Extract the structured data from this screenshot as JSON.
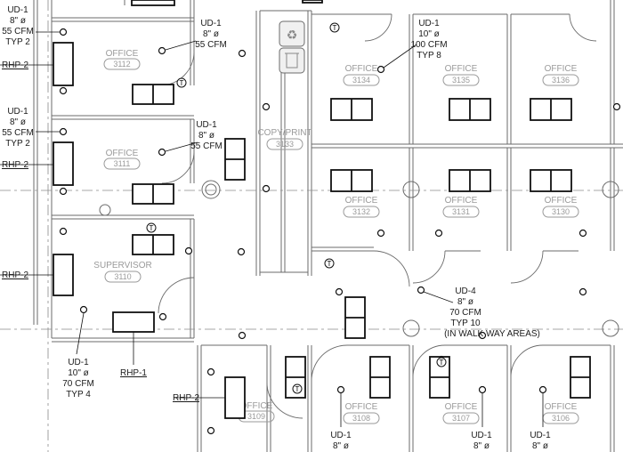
{
  "rooms": [
    {
      "id": "r3112",
      "name": "OFFICE",
      "number": "3112"
    },
    {
      "id": "r3111",
      "name": "OFFICE",
      "number": "3111"
    },
    {
      "id": "r3110",
      "name": "SUPERVISOR",
      "number": "3110"
    },
    {
      "id": "r3109",
      "name": "OFFICE",
      "number": "3109"
    },
    {
      "id": "r3133",
      "name": "COPY/PRINT",
      "number": "3133"
    },
    {
      "id": "r3134",
      "name": "OFFICE",
      "number": "3134"
    },
    {
      "id": "r3135",
      "name": "OFFICE",
      "number": "3135"
    },
    {
      "id": "r3136",
      "name": "OFFICE",
      "number": "3136"
    },
    {
      "id": "r3132",
      "name": "OFFICE",
      "number": "3132"
    },
    {
      "id": "r3131",
      "name": "OFFICE",
      "number": "3131"
    },
    {
      "id": "r3130",
      "name": "OFFICE",
      "number": "3130"
    },
    {
      "id": "r3108",
      "name": "OFFICE",
      "number": "3108"
    },
    {
      "id": "r3107",
      "name": "OFFICE",
      "number": "3107"
    },
    {
      "id": "r3106",
      "name": "OFFICE",
      "number": "3106"
    }
  ],
  "tags": [
    {
      "id": "t1",
      "lines": [
        "UD-1",
        "8\" ø",
        "55 CFM",
        "TYP 2"
      ]
    },
    {
      "id": "t2",
      "lines": [
        "UD-1",
        "8\" ø",
        "55 CFM"
      ]
    },
    {
      "id": "t3",
      "lines": [
        "UD-1",
        "8\" ø",
        "55 CFM",
        "TYP 2"
      ]
    },
    {
      "id": "t4",
      "lines": [
        "UD-1",
        "8\" ø",
        "55 CFM"
      ]
    },
    {
      "id": "t5",
      "lines": [
        "UD-1",
        "10\" ø",
        "100 CFM",
        "TYP 8"
      ]
    },
    {
      "id": "t6",
      "lines": [
        "UD-1",
        "10\" ø",
        "70 CFM",
        "TYP 4"
      ]
    },
    {
      "id": "t7",
      "lines": [
        "UD-4",
        "8\" ø",
        "70 CFM",
        "TYP 10",
        "(IN WALK WAY AREAS)"
      ]
    },
    {
      "id": "t8",
      "lines": [
        "UD-1",
        "8\" ø"
      ]
    },
    {
      "id": "t9",
      "lines": [
        "UD-1",
        "8\" ø"
      ]
    },
    {
      "id": "t10",
      "lines": [
        "UD-1",
        "8\" ø"
      ]
    }
  ],
  "rhp": [
    {
      "id": "h1",
      "label": "RHP-2"
    },
    {
      "id": "h2",
      "label": "RHP-2"
    },
    {
      "id": "h3",
      "label": "RHP-2"
    },
    {
      "id": "h4",
      "label": "RHP-1"
    },
    {
      "id": "h5",
      "label": "RHP-2"
    }
  ]
}
